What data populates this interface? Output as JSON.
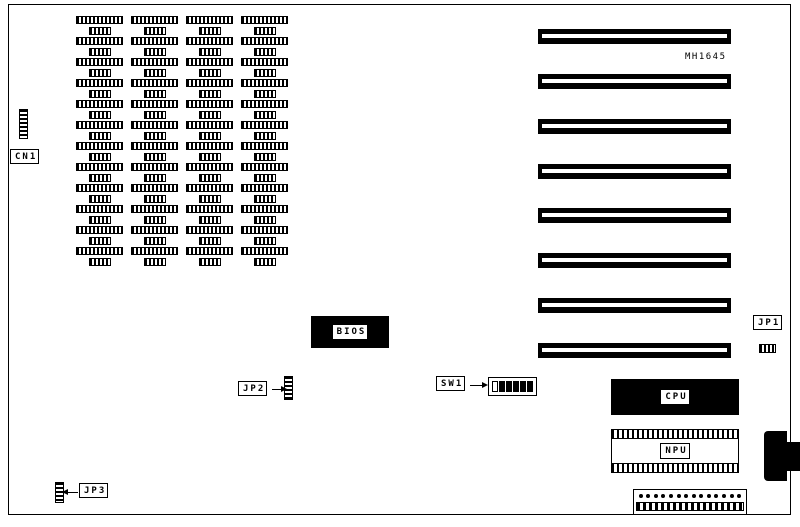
{
  "board": {
    "model_number": "MH1645",
    "connectors": {
      "cn1": {
        "label": "CN1"
      },
      "jp1": {
        "label": "JP1"
      },
      "jp2": {
        "label": "JP2"
      },
      "jp3": {
        "label": "JP3"
      }
    },
    "switches": {
      "sw1": {
        "label": "SW1",
        "open_segments": 1,
        "closed_segments": 5
      }
    },
    "chips": {
      "bios": {
        "label": "BIOS"
      },
      "cpu": {
        "label": "CPU"
      },
      "npu": {
        "label": "NPU"
      }
    },
    "memory_array": {
      "columns": 4,
      "chip_pairs_per_column": 12
    },
    "expansion_slots": {
      "count": 8
    },
    "bottom_connector": {
      "pin_count": 14
    },
    "colors": {
      "ink": "#000000",
      "background": "#ffffff"
    }
  }
}
